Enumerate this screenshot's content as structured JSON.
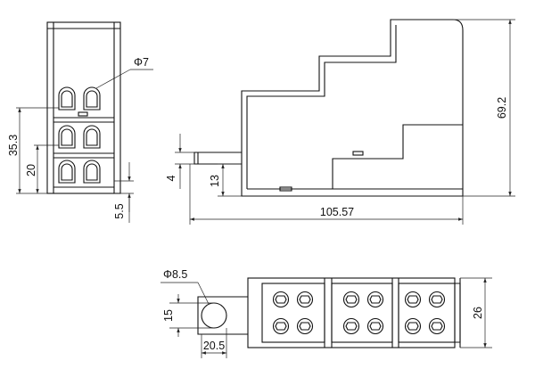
{
  "front_view": {
    "dia_label": "Φ7",
    "dim_35_3": "35.3",
    "dim_20": "20",
    "dim_5_5": "5.5"
  },
  "side_view": {
    "dim_69_2": "69.2",
    "dim_4": "4",
    "dim_13": "13",
    "dim_105_57": "105.57"
  },
  "top_view": {
    "dia_label": "Φ8.5",
    "dim_15": "15",
    "dim_20_5": "20.5",
    "dim_26": "26"
  }
}
